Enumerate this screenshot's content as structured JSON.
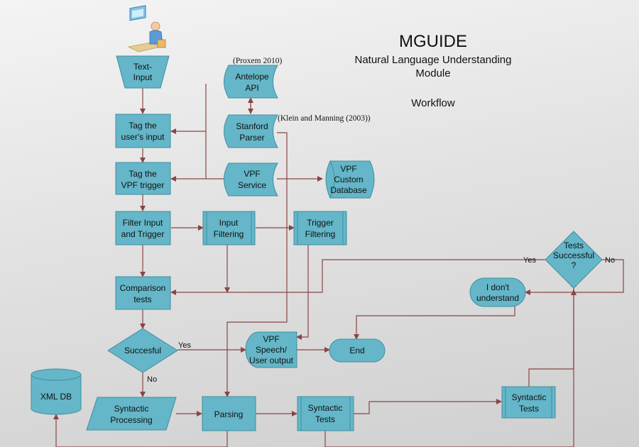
{
  "title": "MGUIDE",
  "subtitle_line1": "Natural Language Understanding",
  "subtitle_line2": "Module",
  "workflow_label": "Workflow",
  "citation_proxem": "(Proxem 2010)",
  "citation_klein": "(Klein and Manning (2003))",
  "nodes": {
    "text_input": [
      "Text-",
      "Input"
    ],
    "antelope": [
      "Antelope",
      "API"
    ],
    "stanford": [
      "Stanford",
      "Parser"
    ],
    "tag_user": [
      "Tag the",
      "user's input"
    ],
    "tag_vpf": [
      "Tag the",
      "VPF trigger"
    ],
    "vpf_service": [
      "VPF",
      "Service"
    ],
    "vpf_db": [
      "VPF",
      "Custom",
      "Database"
    ],
    "filter_input": [
      "Filter Input",
      "and Trigger"
    ],
    "input_filtering": [
      "Input",
      "Filtering"
    ],
    "trigger_filtering": [
      "Trigger",
      "Filtering"
    ],
    "tests_successful": [
      "Tests",
      "Successful",
      "?"
    ],
    "dont_understand": [
      "I don't",
      "understand"
    ],
    "comparison": [
      "Comparison",
      "tests"
    ],
    "succesful": [
      "Succesful"
    ],
    "vpf_speech": [
      "VPF",
      "Speech/",
      "User output"
    ],
    "end": [
      "End"
    ],
    "xml_db": [
      "XML DB"
    ],
    "syntactic_processing": [
      "Syntactic",
      "Processing"
    ],
    "parsing": [
      "Parsing"
    ],
    "syntactic_tests_1": [
      "Syntactic",
      "Tests"
    ],
    "syntactic_tests_2": [
      "Syntactic",
      "Tests"
    ]
  },
  "edge_labels": {
    "yes1": "Yes",
    "no1": "No",
    "yes2": "Yes",
    "no2": "No"
  },
  "colors": {
    "node_fill": "#64b6c8",
    "node_stroke": "#3f8fa1",
    "edge": "#8a4545"
  }
}
